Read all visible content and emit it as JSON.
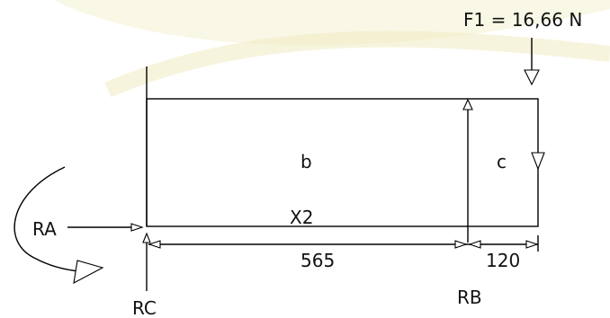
{
  "diagram": {
    "force_label": "F1 = 16,66 N",
    "region_b": "b",
    "region_c": "c",
    "section_label": "X2",
    "reaction_a": "RA",
    "reaction_b": "RB",
    "reaction_c": "RC",
    "dim_left": "565",
    "dim_right": "120",
    "line_color": "#000000",
    "watermark_color": "#ece6b6"
  }
}
